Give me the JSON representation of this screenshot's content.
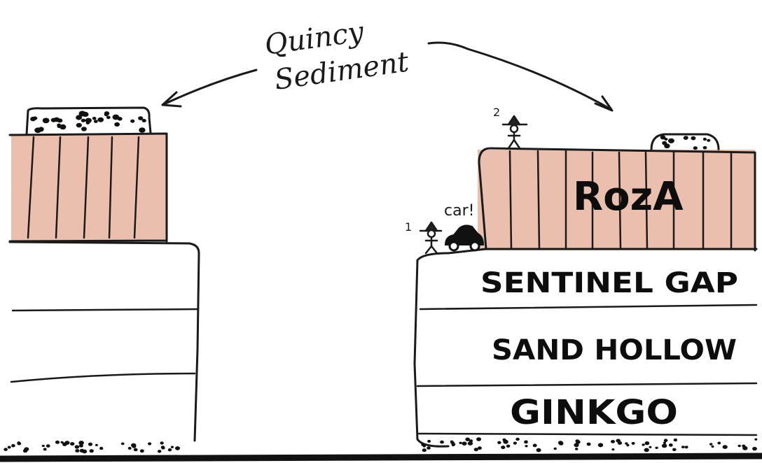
{
  "annotation": {
    "line1": "Quincy",
    "line2": "Sediment"
  },
  "right_cliff_labels": {
    "roza": "RozA",
    "sentinel_gap": "SENTINEL GAP",
    "sand_hollow": "SAND HOLLOW",
    "ginkgo": "GINKGO"
  },
  "markers": {
    "person_1": "1",
    "person_2": "2",
    "car": "car!"
  },
  "colors": {
    "ink": "#1a1a1a",
    "roza_shading": "#d98a6a",
    "paper": "#ffffff",
    "gravel": "#111111"
  }
}
